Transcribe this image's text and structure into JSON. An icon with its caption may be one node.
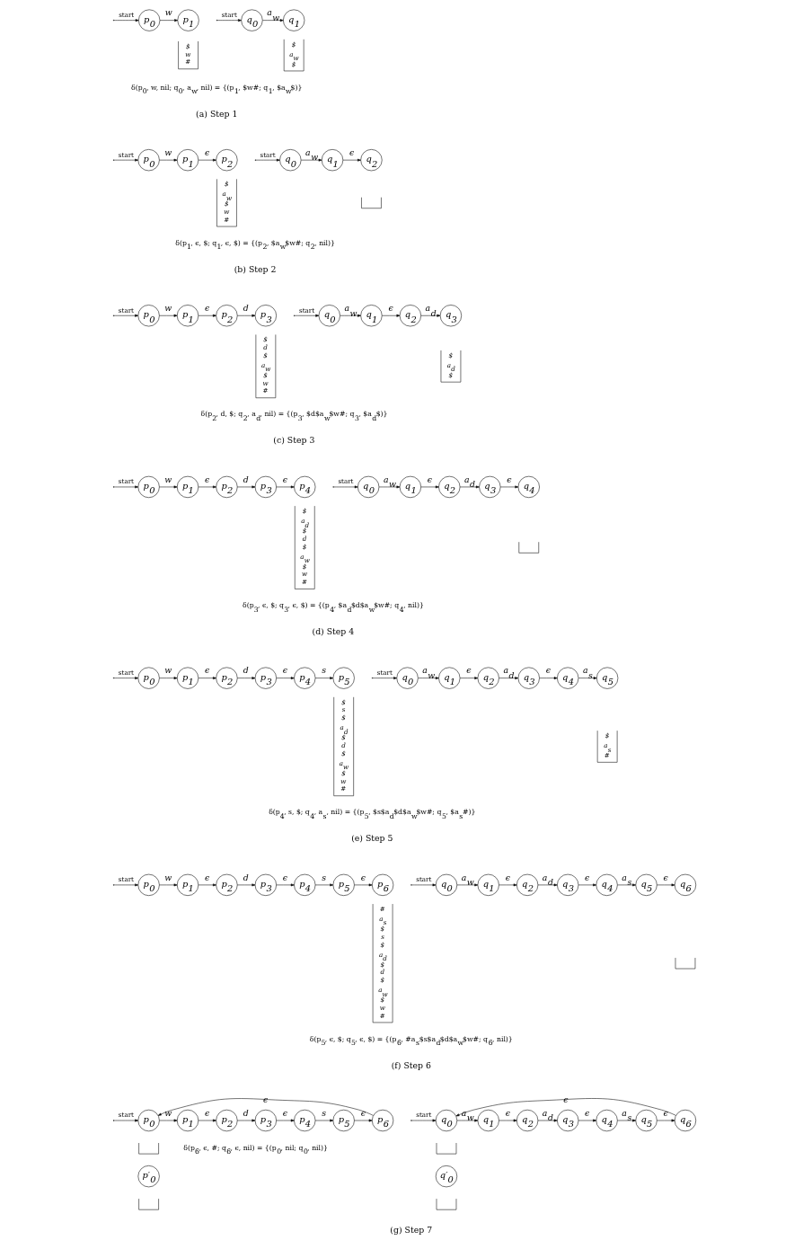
{
  "diagram": {
    "nodes": [
      {
        "text": [
          "p$_{0}$"
        ]
      },
      {
        "text": [
          "p$_{1}$"
        ]
      },
      {
        "text": [
          "q$_{0}$"
        ]
      },
      {
        "text": [
          "q$_{1}$"
        ]
      },
      {
        "text": [
          "$ w #"
        ]
      },
      {
        "text": [
          "$ a$_{w}$ $"
        ]
      },
      {
        "text": [
          "p$_{0}$"
        ]
      },
      {
        "text": [
          "p$_{1}$"
        ]
      },
      {
        "text": [
          "p$_{2}$"
        ]
      },
      {
        "text": [
          "q$_{0}$"
        ]
      },
      {
        "text": [
          "q$_{1}$"
        ]
      },
      {
        "text": [
          "q$_{2}$"
        ]
      },
      {
        "text": [
          "$ a$_{w}$ $ w #"
        ]
      },
      {
        "text": [],
        "shape": "box"
      },
      {
        "text": [
          "p$_{0}$"
        ]
      },
      {
        "text": [
          "p$_{1}$"
        ]
      },
      {
        "text": [
          "p$_{2}$"
        ]
      },
      {
        "text": [
          "p$_{3}$"
        ]
      },
      {
        "text": [
          "q$_{0}$"
        ]
      },
      {
        "text": [
          "q$_{1}$"
        ]
      },
      {
        "text": [
          "q$_{2}$"
        ]
      },
      {
        "text": [
          "q$_{3}$"
        ]
      },
      {
        "text": [
          "$ d $ a$_{w}$ $ w #"
        ]
      },
      {
        "text": [
          "$ a$_{d}$ $"
        ]
      },
      {
        "text": [
          "p$_{0}$"
        ]
      },
      {
        "text": [
          "p$_{1}$"
        ]
      },
      {
        "text": [
          "p$_{2}$"
        ]
      },
      {
        "text": [
          "p$_{3}$"
        ]
      },
      {
        "text": [
          "p$_{4}$"
        ]
      },
      {
        "text": [
          "q$_{0}$"
        ]
      },
      {
        "text": [
          "q$_{1}$"
        ]
      },
      {
        "text": [
          "q$_{2}$"
        ]
      },
      {
        "text": [
          "q$_{3}$"
        ]
      },
      {
        "text": [
          "q$_{4}$"
        ]
      },
      {
        "text": [
          "$ a$_{d}$ $ d $ a$_{w}$ $ w #"
        ]
      },
      {
        "text": [],
        "shape": "box"
      },
      {
        "text": [
          "p$_{0}$"
        ]
      },
      {
        "text": [
          "p$_{1}$"
        ]
      },
      {
        "text": [
          "p$_{2}$"
        ]
      },
      {
        "text": [
          "p$_{3}$"
        ]
      },
      {
        "text": [
          "p$_{4}$"
        ]
      },
      {
        "text": [
          "p$_{5}$"
        ]
      },
      {
        "text": [
          "q$_{0}$"
        ]
      },
      {
        "text": [
          "q$_{1}$"
        ]
      },
      {
        "text": [
          "q$_{2}$"
        ]
      },
      {
        "text": [
          "q$_{3}$"
        ]
      },
      {
        "text": [
          "q$_{4}$"
        ]
      },
      {
        "text": [
          "q$_{5}$"
        ]
      },
      {
        "text": [
          "$ s $ a$_{d}$ $ d $ a$_{w}$ $ w #"
        ]
      },
      {
        "text": [
          "$ a$_{s}$ #"
        ]
      },
      {
        "text": [
          "p$_{0}$"
        ]
      },
      {
        "text": [
          "p$_{1}$"
        ]
      },
      {
        "text": [
          "p$_{2}$"
        ]
      },
      {
        "text": [
          "p$_{3}$"
        ]
      },
      {
        "text": [
          "p$_{4}$"
        ]
      },
      {
        "text": [
          "p$_{5}$"
        ]
      },
      {
        "text": [
          "p$_{6}$"
        ]
      },
      {
        "text": [
          "q$_{0}$"
        ]
      },
      {
        "text": [
          "q$_{1}$"
        ]
      },
      {
        "text": [
          "q$_{2}$"
        ]
      },
      {
        "text": [
          "q$_{3}$"
        ]
      },
      {
        "text": [
          "q$_{4}$"
        ]
      },
      {
        "text": [
          "q$_{5}$"
        ]
      },
      {
        "text": [
          "q$_{6}$"
        ]
      },
      {
        "text": [
          "# a$_{s}$ $ s $ a$_{d}$ $ d $ a$_{w}$ $ w #"
        ]
      },
      {
        "text": [],
        "shape": "box"
      },
      {
        "text": [
          "p$_{0}$"
        ]
      },
      {
        "text": [
          "p$_{1}$"
        ]
      },
      {
        "text": [
          "p$_{2}$"
        ]
      },
      {
        "text": [
          "p$_{3}$"
        ]
      },
      {
        "text": [
          "p$_{4}$"
        ]
      },
      {
        "text": [
          "p$_{5}$"
        ]
      },
      {
        "text": [
          "p$_{6}$"
        ]
      },
      {
        "text": [
          "q$_{0}$"
        ]
      },
      {
        "text": [
          "q$_{1}$"
        ]
      },
      {
        "text": [
          "q$_{2}$"
        ]
      },
      {
        "text": [
          "q$_{3}$"
        ]
      },
      {
        "text": [
          "q$_{4}$"
        ]
      },
      {
        "text": [
          "q$_{5}$"
        ]
      },
      {
        "text": [
          "q$_{6}$"
        ]
      },
      {
        "text": [],
        "shape": "box"
      },
      {
        "text": [],
        "shape": "box"
      },
      {
        "text": [
          "p′$_{0}$"
        ]
      },
      {
        "text": [
          "q′$_{0}$"
        ]
      },
      {
        "text": [],
        "shape": "box"
      },
      {
        "text": [],
        "shape": "box"
      }
    ],
    "edges": [
      {
        "from": null,
        "to": 0,
        "arrow": "to",
        "label": "start"
      },
      {
        "from": 0,
        "to": 1,
        "arrow": "to",
        "label": "w"
      },
      {
        "from": null,
        "to": 2,
        "arrow": "to",
        "label": "start"
      },
      {
        "from": 2,
        "to": 3,
        "arrow": "to",
        "label": "a$_{w}$"
      },
      {
        "from": null,
        "to": 6,
        "arrow": "to",
        "label": "start"
      },
      {
        "from": 6,
        "to": 7,
        "arrow": "to",
        "label": "w"
      },
      {
        "from": 7,
        "to": 8,
        "arrow": "to",
        "label": "ϵ"
      },
      {
        "from": null,
        "to": 9,
        "arrow": "to",
        "label": "start"
      },
      {
        "from": 9,
        "to": 10,
        "arrow": "to",
        "label": "a$_{w}$"
      },
      {
        "from": 10,
        "to": 11,
        "arrow": "to",
        "label": "ϵ"
      },
      {
        "from": null,
        "to": 14,
        "arrow": "to",
        "label": "start"
      },
      {
        "from": 14,
        "to": 15,
        "arrow": "to",
        "label": "w"
      },
      {
        "from": 15,
        "to": 16,
        "arrow": "to",
        "label": "ϵ"
      },
      {
        "from": 16,
        "to": 17,
        "arrow": "to",
        "label": "d"
      },
      {
        "from": null,
        "to": 18,
        "arrow": "to",
        "label": "start"
      },
      {
        "from": 18,
        "to": 19,
        "arrow": "to",
        "label": "a$_{w}$"
      },
      {
        "from": 19,
        "to": 20,
        "arrow": "to",
        "label": "ϵ"
      },
      {
        "from": 20,
        "to": 21,
        "arrow": "to",
        "label": "a$_{d}$"
      },
      {
        "from": null,
        "to": 24,
        "arrow": "to",
        "label": "start"
      },
      {
        "from": 24,
        "to": 25,
        "arrow": "to",
        "label": "w"
      },
      {
        "from": 25,
        "to": 26,
        "arrow": "to",
        "label": "ϵ"
      },
      {
        "from": 26,
        "to": 27,
        "arrow": "to",
        "label": "d"
      },
      {
        "from": 27,
        "to": 28,
        "arrow": "to",
        "label": "ϵ"
      },
      {
        "from": null,
        "to": 29,
        "arrow": "to",
        "label": "start"
      },
      {
        "from": 29,
        "to": 30,
        "arrow": "to",
        "label": "a$_{w}$"
      },
      {
        "from": 30,
        "to": 31,
        "arrow": "to",
        "label": "ϵ"
      },
      {
        "from": 31,
        "to": 32,
        "arrow": "to",
        "label": "a$_{d}$"
      },
      {
        "from": 32,
        "to": 33,
        "arrow": "to",
        "label": "ϵ"
      },
      {
        "from": null,
        "to": 36,
        "arrow": "to",
        "label": "start"
      },
      {
        "from": 36,
        "to": 37,
        "arrow": "to",
        "label": "w"
      },
      {
        "from": 37,
        "to": 38,
        "arrow": "to",
        "label": "ϵ"
      },
      {
        "from": 38,
        "to": 39,
        "arrow": "to",
        "label": "d"
      },
      {
        "from": 39,
        "to": 40,
        "arrow": "to",
        "label": "ϵ"
      },
      {
        "from": 40,
        "to": 41,
        "arrow": "to",
        "label": "s"
      },
      {
        "from": null,
        "to": 42,
        "arrow": "to",
        "label": "start"
      },
      {
        "from": 42,
        "to": 43,
        "arrow": "to",
        "label": "a$_{w}$"
      },
      {
        "from": 43,
        "to": 44,
        "arrow": "to",
        "label": "ϵ"
      },
      {
        "from": 44,
        "to": 45,
        "arrow": "to",
        "label": "a$_{d}$"
      },
      {
        "from": 45,
        "to": 46,
        "arrow": "to",
        "label": "ϵ"
      },
      {
        "from": 46,
        "to": 47,
        "arrow": "to",
        "label": "a$_{s}$"
      },
      {
        "from": null,
        "to": 50,
        "arrow": "to",
        "label": "start"
      },
      {
        "from": 50,
        "to": 51,
        "arrow": "to",
        "label": "w"
      },
      {
        "from": 51,
        "to": 52,
        "arrow": "to",
        "label": "ϵ"
      },
      {
        "from": 52,
        "to": 53,
        "arrow": "to",
        "label": "d"
      },
      {
        "from": 53,
        "to": 54,
        "arrow": "to",
        "label": "ϵ"
      },
      {
        "from": 54,
        "to": 55,
        "arrow": "to",
        "label": "s"
      },
      {
        "from": 55,
        "to": 56,
        "arrow": "to",
        "label": "ϵ"
      },
      {
        "from": null,
        "to": 57,
        "arrow": "to",
        "label": "start"
      },
      {
        "from": 57,
        "to": 58,
        "arrow": "to",
        "label": "a$_{w}$"
      },
      {
        "from": 58,
        "to": 59,
        "arrow": "to",
        "label": "ϵ"
      },
      {
        "from": 59,
        "to": 60,
        "arrow": "to",
        "label": "a$_{d}$"
      },
      {
        "from": 60,
        "to": 61,
        "arrow": "to",
        "label": "ϵ"
      },
      {
        "from": 61,
        "to": 62,
        "arrow": "to",
        "label": "a$_{s}$"
      },
      {
        "from": 62,
        "to": 63,
        "arrow": "to",
        "label": "ϵ"
      },
      {
        "from": null,
        "to": 66,
        "arrow": "to",
        "label": "start"
      },
      {
        "from": 66,
        "to": 67,
        "arrow": "to",
        "label": "w"
      },
      {
        "from": 67,
        "to": 68,
        "arrow": "to",
        "label": "ϵ"
      },
      {
        "from": 68,
        "to": 69,
        "arrow": "to",
        "label": "d"
      },
      {
        "from": 69,
        "to": 70,
        "arrow": "to",
        "label": "ϵ"
      },
      {
        "from": 70,
        "to": 71,
        "arrow": "to",
        "label": "s"
      },
      {
        "from": 71,
        "to": 72,
        "arrow": "to",
        "label": "ϵ"
      },
      {
        "from": 72,
        "to": 66,
        "arrow": "to",
        "label": "ϵ"
      },
      {
        "from": null,
        "to": 73,
        "arrow": "to",
        "label": "start"
      },
      {
        "from": 73,
        "to": 74,
        "arrow": "to",
        "label": "a$_{w}$"
      },
      {
        "from": 74,
        "to": 75,
        "arrow": "to",
        "label": "ϵ"
      },
      {
        "from": 75,
        "to": 76,
        "arrow": "to",
        "label": "a$_{d}$"
      },
      {
        "from": 76,
        "to": 77,
        "arrow": "to",
        "label": "ϵ"
      },
      {
        "from": 77,
        "to": 78,
        "arrow": "to",
        "label": "a$_{s}$"
      },
      {
        "from": 78,
        "to": 79,
        "arrow": "to",
        "label": "ϵ"
      },
      {
        "from": 79,
        "to": 73,
        "arrow": "to",
        "label": "ϵ"
      }
    ],
    "labels": [
      "δ(p$_{0}$, w, nil; q$_{0}$, a$_{w}$, nil) = {(p$_{1}$, $w#; q$_{1}$, $a$_{w}$$)}",
      "(a) Step 1",
      "δ(p$_{1}$, ϵ, $; q$_{1}$, ϵ, $) = {(p$_{2}$, $a$_{w}$$w#; q$_{2}$, nil)}",
      "(b) Step 2",
      "δ(p$_{2}$, d, $; q$_{2}$, a$_{d}$, nil) = {(p$_{3}$, $d$a$_{w}$$w#; q$_{3}$, $a$_{d}$$)}",
      "(c) Step 3",
      "δ(p$_{3}$, ϵ, $; q$_{3}$, ϵ, $) = {(p$_{4}$, $a$_{d}$$d$a$_{w}$$w#; q$_{4}$, nil)}",
      "(d) Step 4",
      "δ(p$_{4}$, s, $; q$_{4}$, a$_{s}$, nil) = {(p$_{5}$, $s$a$_{d}$$d$a$_{w}$$w#; q$_{5}$, $a$_{s}$#)}",
      "(e) Step 5",
      "δ(p$_{5}$, ϵ, $; q$_{5}$, ϵ, $) = {(p$_{6}$, #a$_{s}$$s$a$_{d}$$d$a$_{w}$$w#; q$_{6}$, nil)}",
      "(f) Step 6",
      "δ(p$_{6}$, ϵ, #; q$_{6}$, ϵ, nil) = {(p$_{0}$, nil; q$_{0}$, nil)}",
      "(g) Step 7"
    ]
  }
}
